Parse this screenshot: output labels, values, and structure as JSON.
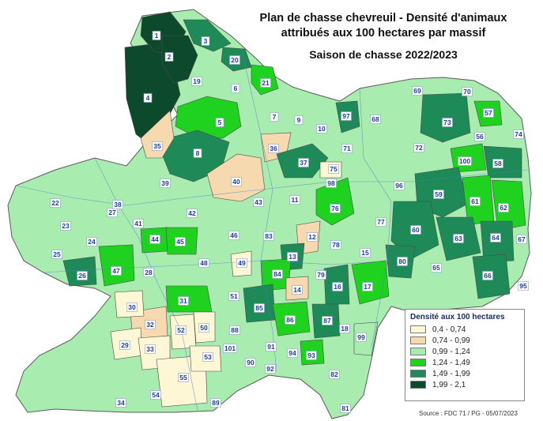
{
  "title": {
    "line1": "Plan de chasse chevreuil - Densité d'animaux",
    "line2": "attribués aux 100 hectares par massif",
    "line3": "Saison de chasse 2022/2023"
  },
  "legend": {
    "title": "Densité aux 100 hectares",
    "classes": [
      {
        "label": "0,4 - 0,74",
        "color": "#fdf7d6"
      },
      {
        "label": "0,74 - 0,99",
        "color": "#f6d9ae"
      },
      {
        "label": "0,99 - 1,24",
        "color": "#a8ecb0"
      },
      {
        "label": "1,24 - 1,49",
        "color": "#1fd21f"
      },
      {
        "label": "1,49 - 1,99",
        "color": "#1e8a57"
      },
      {
        "label": "1,99 - 2,1",
        "color": "#0d4a2c"
      }
    ]
  },
  "source": "Source : FDC 71 / PG - 05/07/2023",
  "massifs": [
    {
      "id": "1",
      "cls": 5
    },
    {
      "id": "2",
      "cls": 5
    },
    {
      "id": "3",
      "cls": 4
    },
    {
      "id": "4",
      "cls": 5
    },
    {
      "id": "5",
      "cls": 3
    },
    {
      "id": "6",
      "cls": 2
    },
    {
      "id": "7",
      "cls": 2
    },
    {
      "id": "8",
      "cls": 4
    },
    {
      "id": "9",
      "cls": 2
    },
    {
      "id": "10",
      "cls": 2
    },
    {
      "id": "11",
      "cls": 2
    },
    {
      "id": "12",
      "cls": 1
    },
    {
      "id": "13",
      "cls": 4
    },
    {
      "id": "14",
      "cls": 1
    },
    {
      "id": "15",
      "cls": 2
    },
    {
      "id": "16",
      "cls": 4
    },
    {
      "id": "17",
      "cls": 3
    },
    {
      "id": "18",
      "cls": 2
    },
    {
      "id": "19",
      "cls": 2
    },
    {
      "id": "20",
      "cls": 4
    },
    {
      "id": "21",
      "cls": 3
    },
    {
      "id": "22",
      "cls": 2
    },
    {
      "id": "23",
      "cls": 2
    },
    {
      "id": "24",
      "cls": 2
    },
    {
      "id": "25",
      "cls": 2
    },
    {
      "id": "26",
      "cls": 4
    },
    {
      "id": "27",
      "cls": 2
    },
    {
      "id": "28",
      "cls": 2
    },
    {
      "id": "29",
      "cls": 0
    },
    {
      "id": "30",
      "cls": 0
    },
    {
      "id": "31",
      "cls": 3
    },
    {
      "id": "32",
      "cls": 1
    },
    {
      "id": "33",
      "cls": 0
    },
    {
      "id": "34",
      "cls": 2
    },
    {
      "id": "35",
      "cls": 1
    },
    {
      "id": "36",
      "cls": 1
    },
    {
      "id": "37",
      "cls": 4
    },
    {
      "id": "38",
      "cls": 2
    },
    {
      "id": "39",
      "cls": 2
    },
    {
      "id": "40",
      "cls": 1
    },
    {
      "id": "41",
      "cls": 2
    },
    {
      "id": "42",
      "cls": 2
    },
    {
      "id": "43",
      "cls": 2
    },
    {
      "id": "44",
      "cls": 3
    },
    {
      "id": "45",
      "cls": 3
    },
    {
      "id": "46",
      "cls": 2
    },
    {
      "id": "47",
      "cls": 3
    },
    {
      "id": "48",
      "cls": 2
    },
    {
      "id": "49",
      "cls": 0
    },
    {
      "id": "50",
      "cls": 0
    },
    {
      "id": "51",
      "cls": 2
    },
    {
      "id": "52",
      "cls": 0
    },
    {
      "id": "53",
      "cls": 0
    },
    {
      "id": "54",
      "cls": 2
    },
    {
      "id": "55",
      "cls": 0
    },
    {
      "id": "56",
      "cls": 2
    },
    {
      "id": "57",
      "cls": 3
    },
    {
      "id": "58",
      "cls": 4
    },
    {
      "id": "59",
      "cls": 4
    },
    {
      "id": "60",
      "cls": 4
    },
    {
      "id": "61",
      "cls": 3
    },
    {
      "id": "62",
      "cls": 3
    },
    {
      "id": "63",
      "cls": 4
    },
    {
      "id": "64",
      "cls": 4
    },
    {
      "id": "65",
      "cls": 2
    },
    {
      "id": "66",
      "cls": 4
    },
    {
      "id": "67",
      "cls": 2
    },
    {
      "id": "68",
      "cls": 2
    },
    {
      "id": "69",
      "cls": 2
    },
    {
      "id": "70",
      "cls": 2
    },
    {
      "id": "71",
      "cls": 2
    },
    {
      "id": "72",
      "cls": 2
    },
    {
      "id": "73",
      "cls": 4
    },
    {
      "id": "74",
      "cls": 2
    },
    {
      "id": "75",
      "cls": 0
    },
    {
      "id": "76",
      "cls": 3
    },
    {
      "id": "77",
      "cls": 2
    },
    {
      "id": "78",
      "cls": 2
    },
    {
      "id": "79",
      "cls": 2
    },
    {
      "id": "80",
      "cls": 4
    },
    {
      "id": "81",
      "cls": 2
    },
    {
      "id": "82",
      "cls": 2
    },
    {
      "id": "83",
      "cls": 2
    },
    {
      "id": "84",
      "cls": 3
    },
    {
      "id": "85",
      "cls": 4
    },
    {
      "id": "86",
      "cls": 3
    },
    {
      "id": "87",
      "cls": 4
    },
    {
      "id": "88",
      "cls": 2
    },
    {
      "id": "89",
      "cls": 2
    },
    {
      "id": "90",
      "cls": 2
    },
    {
      "id": "91",
      "cls": 2
    },
    {
      "id": "92",
      "cls": 2
    },
    {
      "id": "93",
      "cls": 3
    },
    {
      "id": "94",
      "cls": 2
    },
    {
      "id": "95",
      "cls": 2
    },
    {
      "id": "96",
      "cls": 2
    },
    {
      "id": "97",
      "cls": 4
    },
    {
      "id": "98",
      "cls": 2
    },
    {
      "id": "99",
      "cls": 2
    },
    {
      "id": "100",
      "cls": 3
    },
    {
      "id": "101",
      "cls": 2
    }
  ]
}
